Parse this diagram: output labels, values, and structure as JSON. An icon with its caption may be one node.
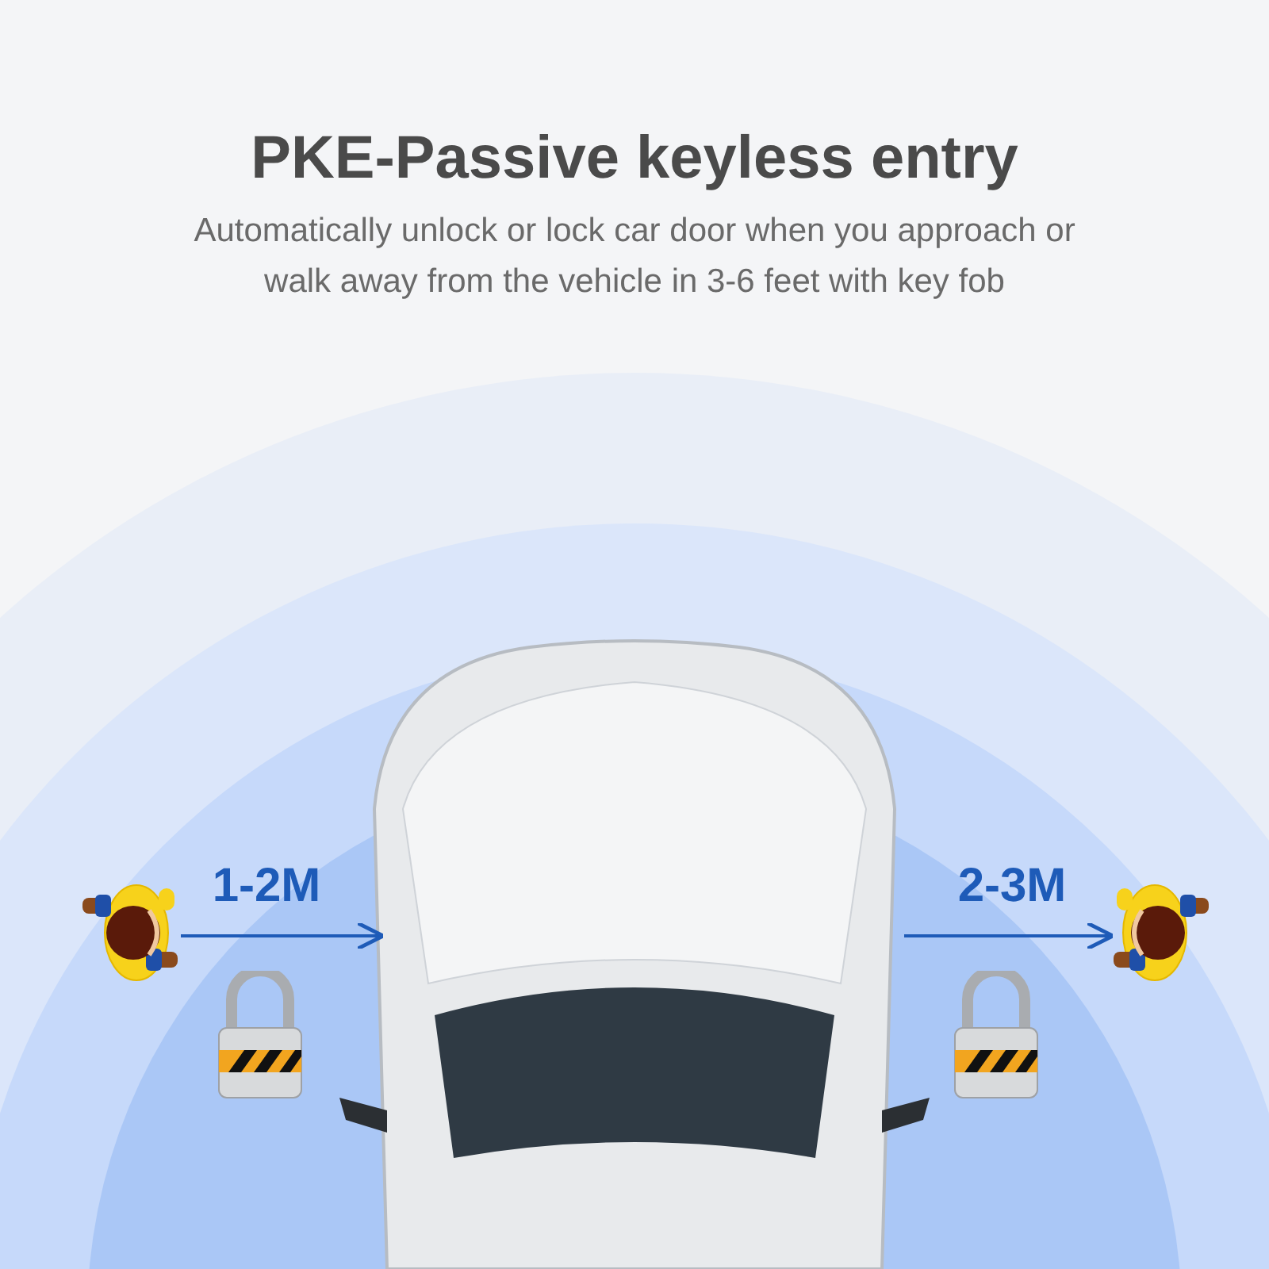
{
  "diagram": {
    "title": "PKE-Passive keyless entry",
    "nodes": [
      {
        "text": [],
        "shape": "person"
      },
      {
        "text": [],
        "shape": "picture"
      },
      {
        "text": [],
        "shape": "person"
      }
    ],
    "edges": [
      {
        "from": 0,
        "to": 1,
        "arrow": "to",
        "label": "1-2M"
      },
      {
        "from": 1,
        "to": 2,
        "arrow": "to",
        "label": "2-3M"
      }
    ],
    "labels": [
      "Automatically unlock or lock car door when you approach or walk away from the vehicle in 3-6 feet with key fob"
    ]
  }
}
